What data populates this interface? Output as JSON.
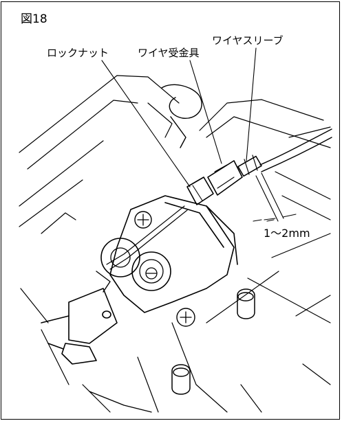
{
  "figure": {
    "number": "図18"
  },
  "labels": {
    "lock_nut": "ロックナット",
    "wire_receiver": "ワイヤ受金具",
    "wire_sleeve": "ワイヤスリーブ",
    "clearance": "1～2mm"
  }
}
